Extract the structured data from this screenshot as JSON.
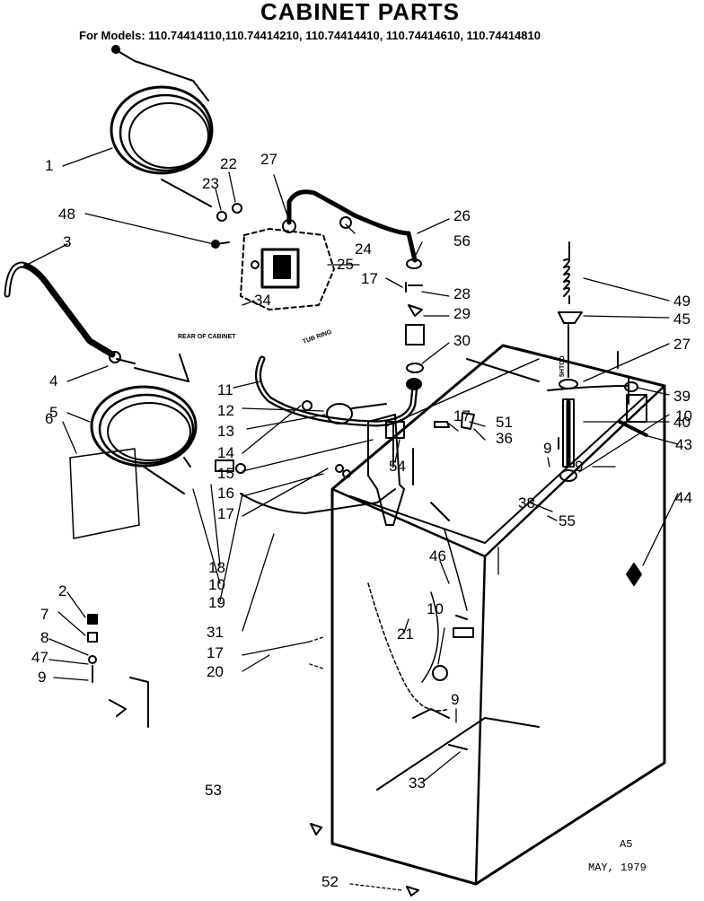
{
  "header": {
    "title": "CABINET PARTS",
    "models": "For Models: 110.74414110,110.74414210, 110.74414410, 110.74414610, 110.74414810"
  },
  "callouts": [
    "1",
    "22",
    "23",
    "27",
    "48",
    "26",
    "24",
    "56",
    "3",
    "25",
    "17",
    "34",
    "28",
    "29",
    "30",
    "49",
    "45",
    "27",
    "4",
    "11",
    "39",
    "5",
    "12",
    "40",
    "10",
    "6",
    "13",
    "17",
    "51",
    "14",
    "36",
    "43",
    "15",
    "54",
    "9",
    "9",
    "44",
    "16",
    "38",
    "55",
    "17",
    "46",
    "18",
    "10",
    "19",
    "21",
    "2",
    "10",
    "7",
    "31",
    "8",
    "17",
    "47",
    "20",
    "9",
    "9",
    "53",
    "33",
    "52"
  ],
  "notes": {
    "rear_of_cabinet": "REAR OF CABINET",
    "tub_ring": "TUB RING",
    "rod_marking": "5HTCO"
  },
  "stamp": {
    "code": "A5",
    "date": "MAY, 1979"
  }
}
